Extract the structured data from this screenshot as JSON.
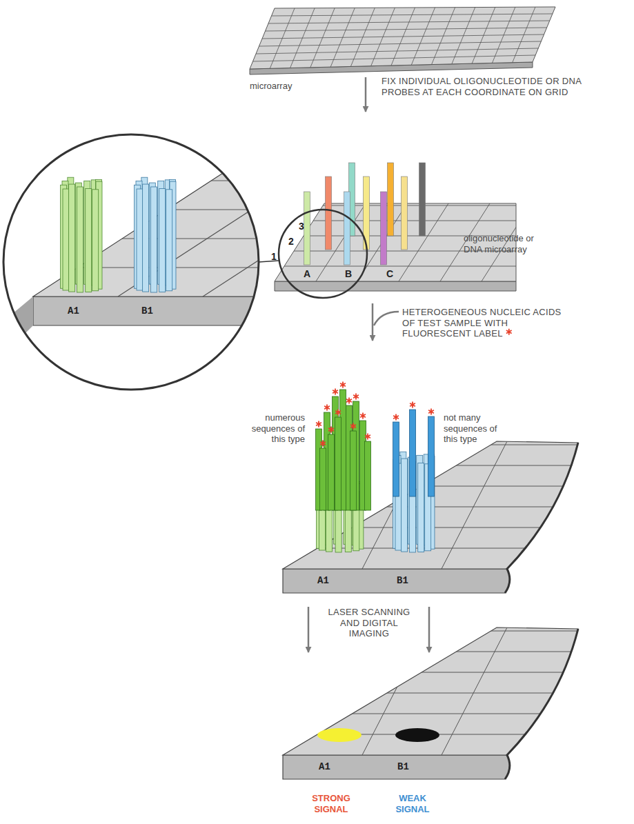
{
  "diagram": {
    "labels": [
      "microarray",
      "FIX INDIVIDUAL OLIGONUCLEOTIDE OR DNA PROBES AT EACH COORDINATE ON GRID",
      "A1",
      "B1",
      "3",
      "2",
      "1",
      "A",
      "B",
      "C",
      "oligonucleotide or DNA microarray",
      "HETEROGENEOUS NUCLEIC ACIDS OF TEST SAMPLE WITH FLUORESCENT LABEL",
      "numerous sequences of this type",
      "not many sequences of this type",
      "A1",
      "B1",
      "LASER SCANNING AND DIGITAL IMAGING",
      "A1",
      "B1",
      "STRONG SIGNAL",
      "WEAK SIGNAL"
    ]
  }
}
